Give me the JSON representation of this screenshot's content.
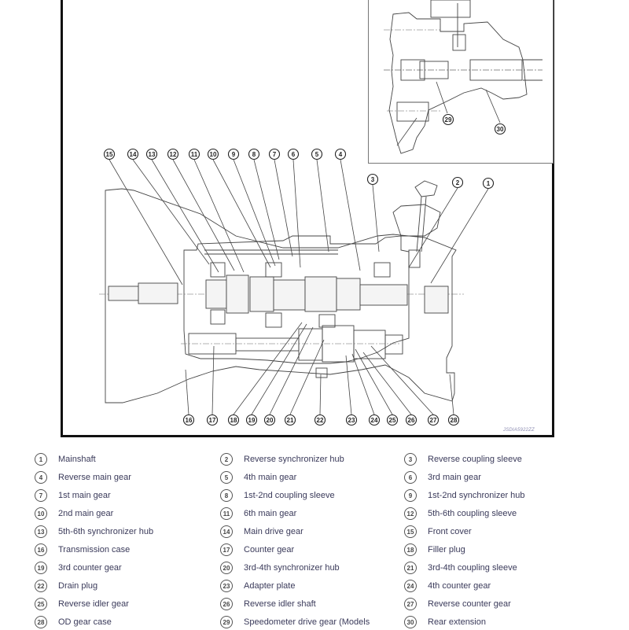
{
  "figure": {
    "figure_id": "JSDIA5922ZZ",
    "main_callouts_top": [
      "15",
      "14",
      "13",
      "12",
      "11",
      "10",
      "9",
      "8",
      "7",
      "6",
      "5",
      "4"
    ],
    "main_callouts_right": [
      "3",
      "2",
      "1"
    ],
    "main_callouts_bottom": [
      "16",
      "17",
      "18",
      "19",
      "20",
      "21",
      "22",
      "23",
      "24",
      "25",
      "26",
      "27",
      "28"
    ],
    "inset_callouts": [
      "29",
      "30"
    ]
  },
  "legend": {
    "items": [
      {
        "num": "1",
        "label": "Mainshaft"
      },
      {
        "num": "2",
        "label": "Reverse synchronizer hub"
      },
      {
        "num": "3",
        "label": "Reverse coupling sleeve"
      },
      {
        "num": "4",
        "label": "Reverse main gear"
      },
      {
        "num": "5",
        "label": "4th main gear"
      },
      {
        "num": "6",
        "label": "3rd main gear"
      },
      {
        "num": "7",
        "label": "1st main gear"
      },
      {
        "num": "8",
        "label": "1st-2nd coupling sleeve"
      },
      {
        "num": "9",
        "label": "1st-2nd synchronizer hub"
      },
      {
        "num": "10",
        "label": "2nd main gear"
      },
      {
        "num": "11",
        "label": "6th main gear"
      },
      {
        "num": "12",
        "label": "5th-6th coupling sleeve"
      },
      {
        "num": "13",
        "label": "5th-6th synchronizer hub"
      },
      {
        "num": "14",
        "label": "Main drive gear"
      },
      {
        "num": "15",
        "label": "Front cover"
      },
      {
        "num": "16",
        "label": "Transmission case"
      },
      {
        "num": "17",
        "label": "Counter gear"
      },
      {
        "num": "18",
        "label": "Filler plug"
      },
      {
        "num": "19",
        "label": "3rd counter gear"
      },
      {
        "num": "20",
        "label": "3rd-4th synchronizer hub"
      },
      {
        "num": "21",
        "label": "3rd-4th coupling sleeve"
      },
      {
        "num": "22",
        "label": "Drain plug"
      },
      {
        "num": "23",
        "label": "Adapter plate"
      },
      {
        "num": "24",
        "label": "4th counter gear"
      },
      {
        "num": "25",
        "label": "Reverse idler gear"
      },
      {
        "num": "26",
        "label": "Reverse idler shaft"
      },
      {
        "num": "27",
        "label": "Reverse counter gear"
      },
      {
        "num": "28",
        "label": "OD gear case"
      },
      {
        "num": "29",
        "label": "Speedometer drive gear (Models"
      },
      {
        "num": "30",
        "label": "Rear extension"
      }
    ]
  }
}
